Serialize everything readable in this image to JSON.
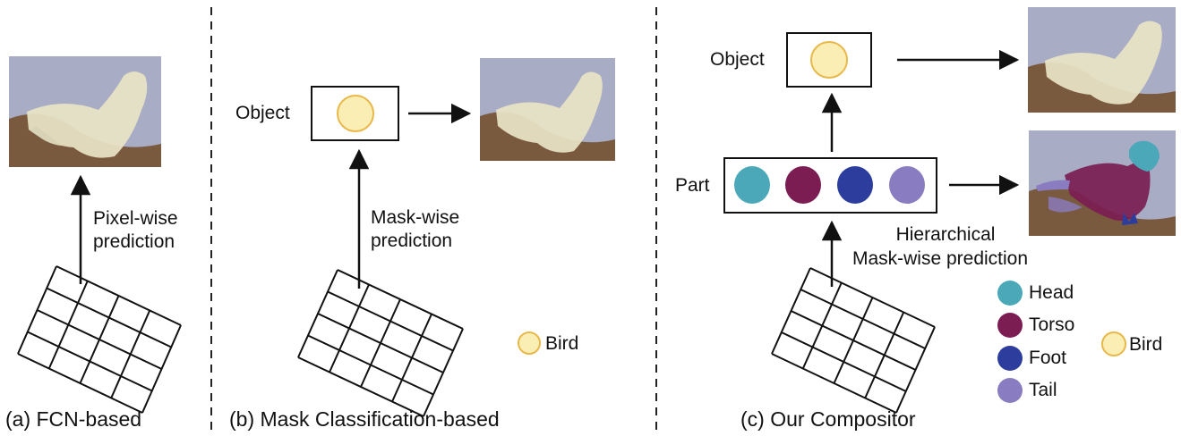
{
  "panels": {
    "a": {
      "caption": "(a) FCN-based",
      "arrow_label_line1": "Pixel-wise",
      "arrow_label_line2": "prediction"
    },
    "b": {
      "caption": "(b) Mask Classification-based",
      "row_label": "Object",
      "arrow_label_line1": "Mask-wise",
      "arrow_label_line2": "prediction",
      "legend_label": "Bird"
    },
    "c": {
      "caption": "(c) Our Compositor",
      "object_label": "Object",
      "part_label": "Part",
      "arrow_label_line1": "Hierarchical",
      "arrow_label_line2": "Mask-wise prediction",
      "legend": [
        {
          "label": "Head",
          "color": "#4aa8b8"
        },
        {
          "label": "Torso",
          "color": "#7b1d52"
        },
        {
          "label": "Foot",
          "color": "#2c3d9e"
        },
        {
          "label": "Tail",
          "color": "#8a7cc0"
        }
      ],
      "object_legend_label": "Bird"
    }
  },
  "colors": {
    "bird_mask": "#faeeb4",
    "bird_mask_border": "#e9b84a",
    "sky": "#a8acc4",
    "branch": "#7a5a3e",
    "head": "#4aa8b8",
    "torso": "#7b1d52",
    "foot": "#2c3d9e",
    "tail": "#8a7cc0"
  }
}
